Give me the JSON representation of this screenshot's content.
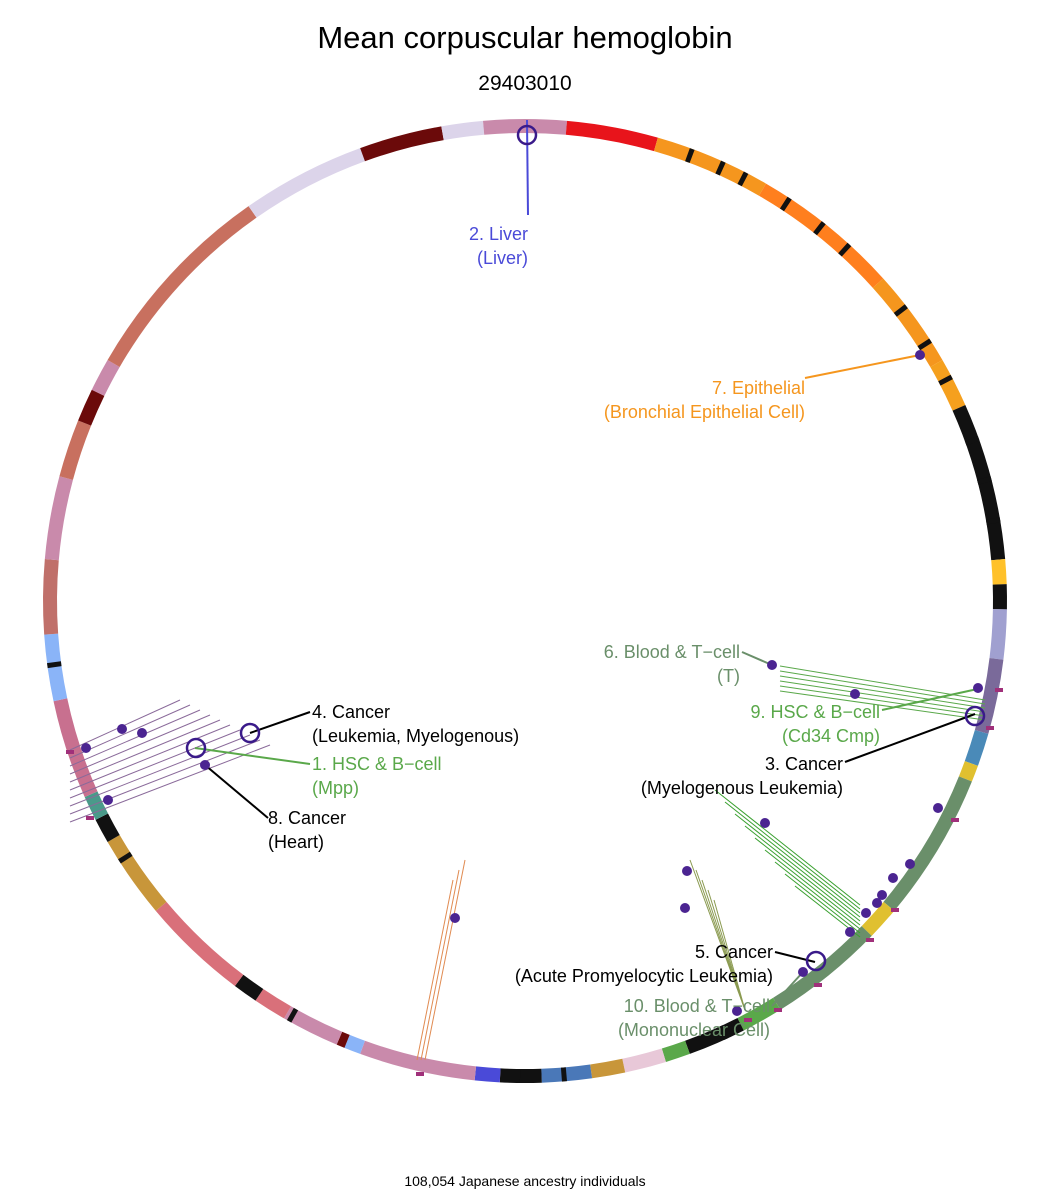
{
  "title": "Mean corpuscular hemoglobin",
  "subtitle": "29403010",
  "footer": "108,054 Japanese ancestry individuals",
  "labels": [
    {
      "line1": "1. HSC & B−cell",
      "line2": "(Mpp)",
      "color": "#5aa84a"
    },
    {
      "line1": "2. Liver",
      "line2": "(Liver)",
      "color": "#4a4ad8"
    },
    {
      "line1": "3. Cancer",
      "line2": "(Myelogenous Leukemia)",
      "color": "#000000"
    },
    {
      "line1": "4. Cancer",
      "line2": "(Leukemia, Myelogenous)",
      "color": "#000000"
    },
    {
      "line1": "5. Cancer",
      "line2": "(Acute Promyelocytic Leukemia)",
      "color": "#000000"
    },
    {
      "line1": "6. Blood & T−cell",
      "line2": "(T)",
      "color": "#6a8f6a"
    },
    {
      "line1": "7. Epithelial",
      "line2": "(Bronchial Epithelial Cell)",
      "color": "#f5961e"
    },
    {
      "line1": "8. Cancer",
      "line2": "(Heart)",
      "color": "#000000"
    },
    {
      "line1": "9. HSC & B−cell",
      "line2": "(Cd34 Cmp)",
      "color": "#5aa84a"
    },
    {
      "line1": "10. Blood & T−cell",
      "line2": "(Mononuclear Cell)",
      "color": "#6a8f6a"
    }
  ],
  "colors": {
    "point": "#4b2491",
    "ring_border": "#3a1a8a",
    "tick": "#a0307a"
  }
}
